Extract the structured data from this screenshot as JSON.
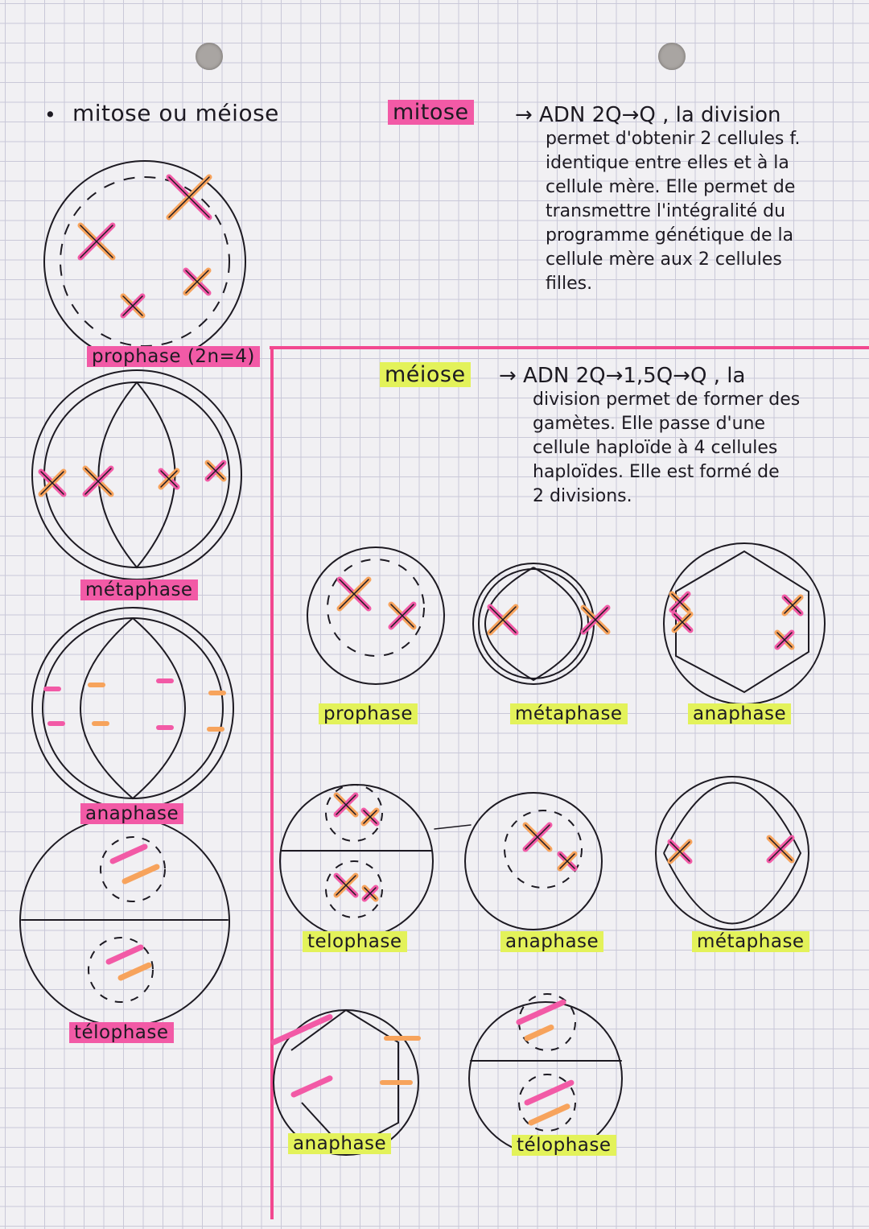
{
  "heading": "mitose ou méiose",
  "mitose": {
    "label": "mitose",
    "text": [
      "→ ADN 2Q→Q , la division",
      "permet d'obtenir 2 cellules f.",
      "identique entre elles et à la",
      "cellule mère. Elle permet de",
      "transmettre l'intégralité du",
      "programme génétique de la",
      "cellule mère aux 2 cellules",
      "filles."
    ],
    "stages": [
      "prophase (2n=4)",
      "métaphase",
      "anaphase",
      "télophase"
    ]
  },
  "meiose": {
    "label": "méiose",
    "text": [
      "→ ADN 2Q→1,5Q→Q , la",
      "division permet de former des",
      "gamètes. Elle passe d'une",
      "cellule haploïde à 4 cellules",
      "haploïdes. Elle est formé de",
      "2 divisions."
    ],
    "stages": [
      "prophase",
      "métaphase",
      "anaphase",
      "telophase",
      "anaphase",
      "métaphase",
      "anaphase",
      "télophase"
    ]
  },
  "colors": {
    "pink": "#f25aa6",
    "yellow": "#e3f25a",
    "orange": "#f7a35c",
    "ink": "#1d1a22",
    "grid": "#c9c8d8"
  }
}
